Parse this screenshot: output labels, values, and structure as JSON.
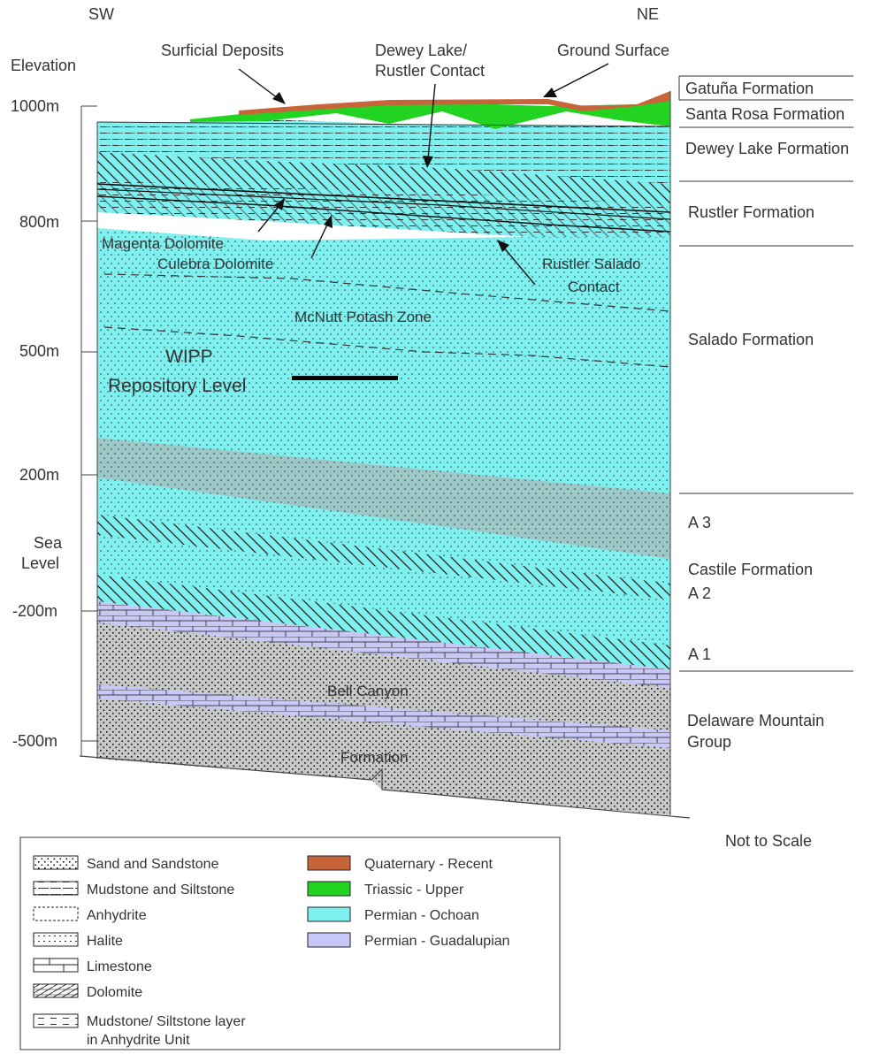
{
  "orientation": {
    "left": "SW",
    "right": "NE"
  },
  "elevation_axis": {
    "title": "Elevation",
    "ticks": [
      "1000m",
      "800m",
      "500m",
      "200m",
      "-200m",
      "-500m"
    ],
    "sea_level": [
      "Sea",
      "Level"
    ]
  },
  "callouts": {
    "surficial_deposits": "Surficial Deposits",
    "dewey_rustler_contact": [
      "Dewey Lake/",
      "Rustler Contact"
    ],
    "ground_surface": "Ground Surface",
    "magenta_dolomite": "Magenta Dolomite",
    "culebra_dolomite": "Culebra Dolomite",
    "rustler_salado_contact": [
      "Rustler Salado",
      "Contact"
    ],
    "mcnutt_potash_zone": "McNutt Potash Zone",
    "wipp_repository": [
      "WIPP",
      "Repository Level"
    ],
    "bell_canyon": "Bell Canyon",
    "formation": "Formation"
  },
  "formations": {
    "gatuna": "Gatuña Formation",
    "santa_rosa": "Santa Rosa Formation",
    "dewey_lake": "Dewey Lake Formation",
    "rustler": "Rustler Formation",
    "salado": "Salado Formation",
    "a3": "A 3",
    "castile": "Castile Formation",
    "a2": "A 2",
    "a1": "A 1",
    "delaware": [
      "Delaware Mountain",
      "Group"
    ]
  },
  "scale_note": "Not to Scale",
  "legend": {
    "lithology": [
      {
        "label": "Sand and Sandstone",
        "pattern": "sand"
      },
      {
        "label": "Mudstone and Siltstone",
        "pattern": "mud"
      },
      {
        "label": "Anhydrite",
        "pattern": "anhydrite"
      },
      {
        "label": "Halite",
        "pattern": "halite"
      },
      {
        "label": "Limestone",
        "pattern": "limestone"
      },
      {
        "label": "Dolomite",
        "pattern": "dolomite"
      },
      {
        "label": [
          "Mudstone/ Siltstone layer",
          "in Anhydrite Unit"
        ],
        "pattern": "mudlayer"
      }
    ],
    "ages": [
      {
        "label": "Quaternary - Recent",
        "color": "#c8643a"
      },
      {
        "label": "Triassic - Upper",
        "color": "#22d322"
      },
      {
        "label": "Permian - Ochoan",
        "color": "#7ff0f0"
      },
      {
        "label": "Permian - Guadalupian",
        "color": "#c8c8f8"
      }
    ]
  },
  "colors": {
    "quaternary": "#c8643a",
    "triassic": "#22d322",
    "ochoan": "#7ff0f0",
    "guadalupian": "#c8c8f8",
    "anhydrite_band": "#9cc8c8",
    "delaware": "#c8c8c8"
  }
}
